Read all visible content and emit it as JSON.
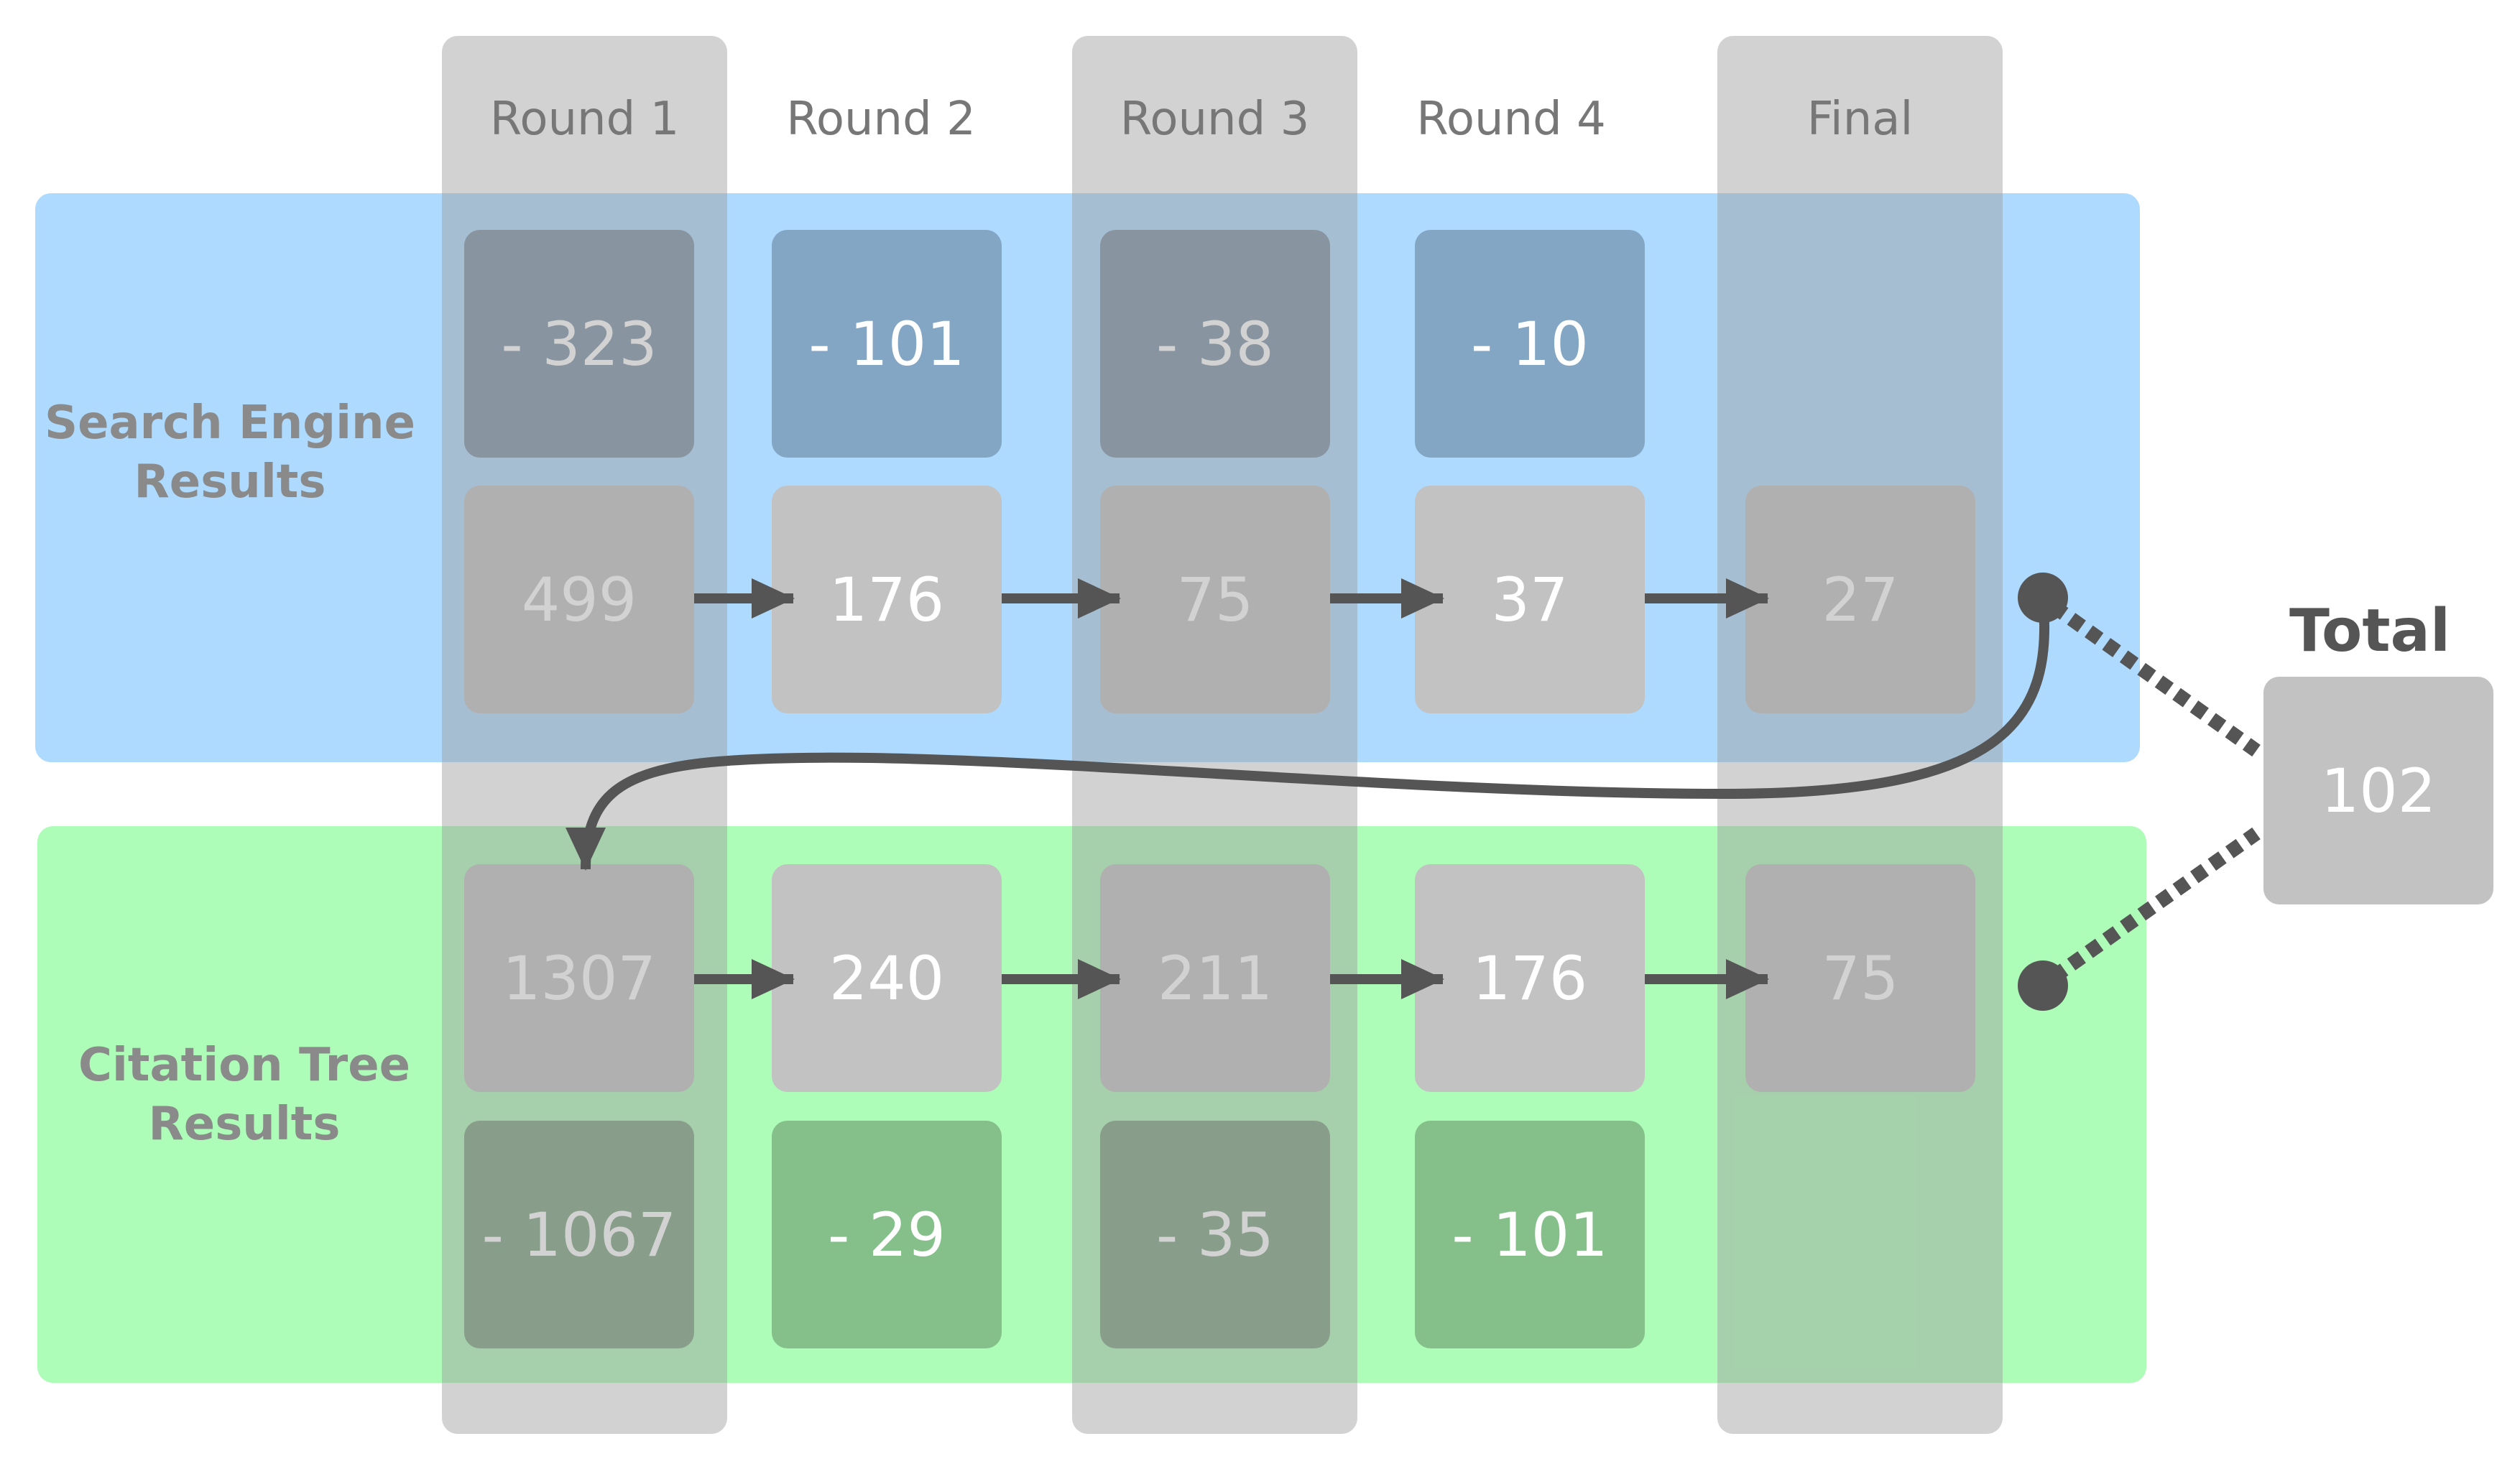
{
  "columns": [
    {
      "label": "Round 1"
    },
    {
      "label": "Round 2"
    },
    {
      "label": "Round 3"
    },
    {
      "label": "Round 4"
    },
    {
      "label": "Final"
    }
  ],
  "rows": {
    "search": {
      "label": "Search Engine\nResults",
      "removed": [
        "- 323",
        "- 101",
        "- 38",
        "- 10"
      ],
      "counts": [
        "499",
        "176",
        "75",
        "37",
        "27"
      ]
    },
    "citation": {
      "label": "Citation Tree\nResults",
      "counts": [
        "1307",
        "240",
        "211",
        "176",
        "75"
      ],
      "removed": [
        "- 1067",
        "- 29",
        "- 35",
        "- 101"
      ]
    }
  },
  "total": {
    "label": "Total",
    "value": "102"
  },
  "colors": {
    "search_band": "#ADDAFE",
    "citation_band": "#ADFCB8",
    "count_box": "#C2C2C2",
    "removed_blue_dark": "#788EA3",
    "removed_blue_light": "#82A6C4",
    "removed_green_dark": "#78A17C",
    "removed_green_light": "#85C08A",
    "connector": "#555555"
  }
}
